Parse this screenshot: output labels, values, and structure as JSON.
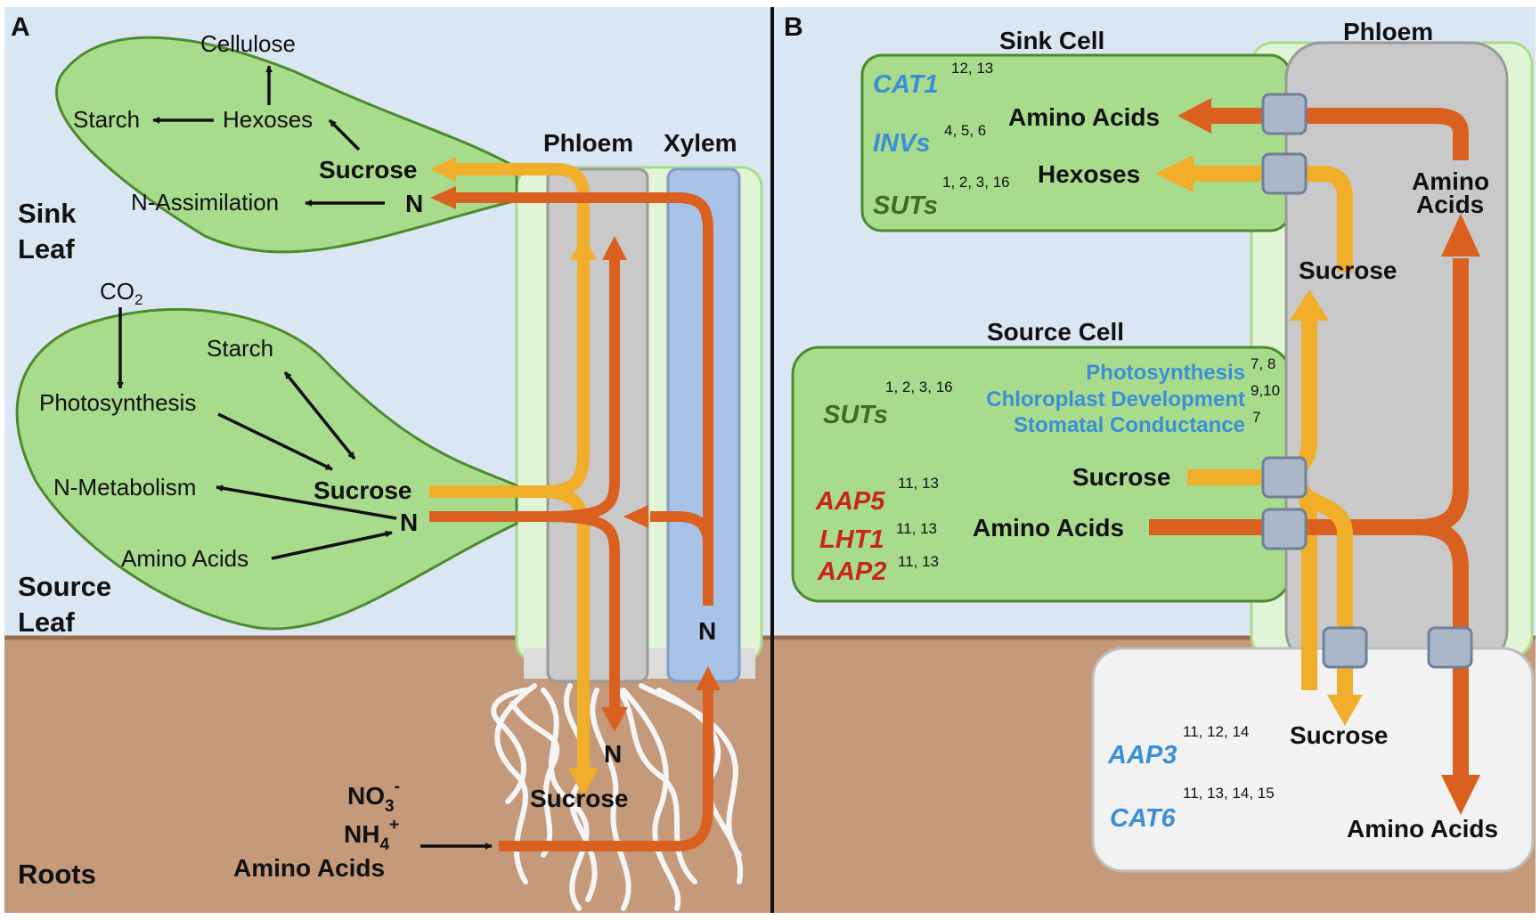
{
  "colors": {
    "sky": "#dbe6f3",
    "soil": "#c49a7b",
    "leaf_fill": "#a9db8c",
    "leaf_stroke": "#4d8a2d",
    "phloem": "#c9c9c9",
    "xylem": "#a9c3e6",
    "sucrose_arrow": "#f0ae2a",
    "nitrogen_arrow": "#d9601f",
    "gene_blue": "#3a8fd6",
    "gene_green": "#3f6b22",
    "gene_red": "#c8261b",
    "transporter": "#a9b7c9"
  },
  "panel_a": {
    "letter": "A",
    "sink_leaf": {
      "label_line1": "Sink",
      "label_line2": "Leaf",
      "cellulose": "Cellulose",
      "starch": "Starch",
      "hexoses": "Hexoses",
      "sucrose": "Sucrose",
      "n_assimilation": "N-Assimilation",
      "n": "N"
    },
    "source_leaf": {
      "label_line1": "Source",
      "label_line2": "Leaf",
      "co2_main": "CO",
      "co2_sub": "2",
      "starch": "Starch",
      "photosynthesis": "Photosynthesis",
      "sucrose": "Sucrose",
      "n_metabolism": "N-Metabolism",
      "n": "N",
      "amino_acids": "Amino Acids"
    },
    "phloem_label": "Phloem",
    "xylem_label": "Xylem",
    "xylem_n": "N",
    "roots": {
      "label": "Roots",
      "n": "N",
      "sucrose": "Sucrose",
      "no3_main": "NO",
      "no3_sub": "3",
      "no3_sup": "-",
      "nh4_main": "NH",
      "nh4_sub": "4",
      "nh4_sup": "+",
      "amino_acids": "Amino Acids"
    }
  },
  "panel_b": {
    "letter": "B",
    "phloem_label": "Phloem",
    "sink_cell": {
      "title": "Sink Cell",
      "cat1": "CAT1",
      "cat1_refs": "12, 13",
      "invs": "INVs",
      "invs_refs": "4, 5, 6",
      "suts": "SUTs",
      "suts_refs": "1, 2, 3, 16",
      "amino_acids": "Amino Acids",
      "hexoses": "Hexoses"
    },
    "phloem_amino_line1": "Amino",
    "phloem_amino_line2": "Acids",
    "phloem_sucrose": "Sucrose",
    "source_cell": {
      "title": "Source Cell",
      "suts": "SUTs",
      "suts_refs": "1, 2, 3, 16",
      "photosynthesis": "Photosynthesis",
      "photosynthesis_refs": "7, 8",
      "chloroplast": "Chloroplast Development",
      "chloroplast_refs": "9,10",
      "stomatal": "Stomatal Conductance",
      "stomatal_refs": "7",
      "sucrose": "Sucrose",
      "amino_acids": "Amino Acids",
      "aap5": "AAP5",
      "aap5_refs": "11, 13",
      "lht1": "LHT1",
      "lht1_refs": "11, 13",
      "aap2": "AAP2",
      "aap2_refs": "11, 13"
    },
    "root_cell": {
      "aap3": "AAP3",
      "aap3_refs": "11, 12, 14",
      "cat6": "CAT6",
      "cat6_refs": "11, 13, 14, 15",
      "sucrose": "Sucrose",
      "amino_acids": "Amino Acids"
    }
  }
}
